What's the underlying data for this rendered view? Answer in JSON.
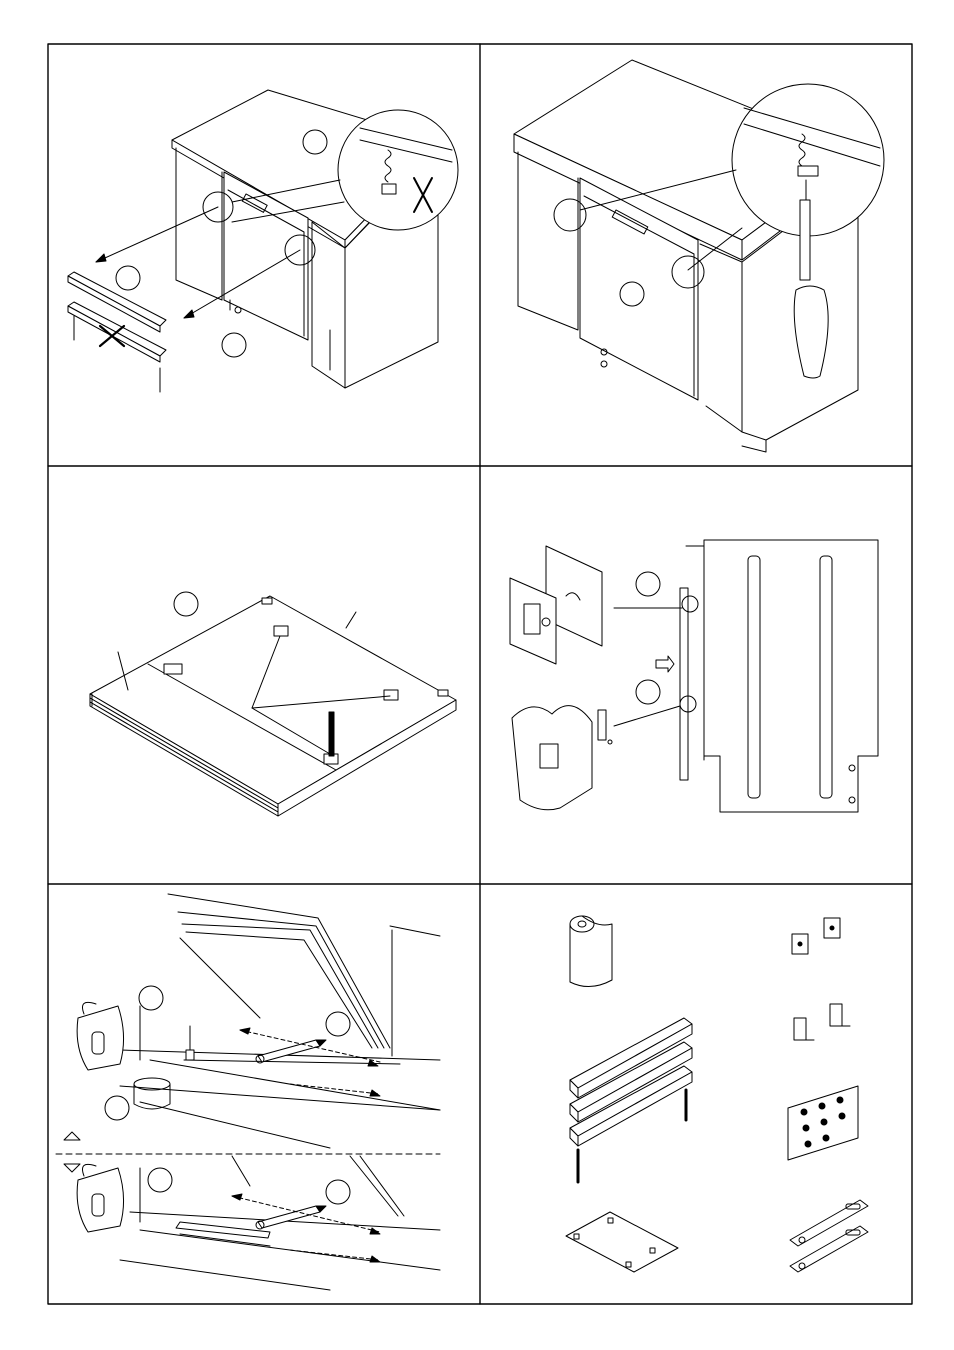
{
  "document": {
    "type": "installation-instructions-sheet",
    "panels": [
      {
        "id": "panel-remove-plinth",
        "callouts": [
          "",
          "",
          ""
        ]
      },
      {
        "id": "panel-adjust-feet",
        "callouts": [
          "",
          ""
        ]
      },
      {
        "id": "panel-fit-hinge-plates",
        "callouts": [
          ""
        ]
      },
      {
        "id": "panel-attach-door-brackets",
        "callouts": [
          "",
          ""
        ]
      },
      {
        "id": "panel-route-door",
        "callouts": [
          "",
          "",
          "",
          ""
        ]
      },
      {
        "id": "panel-parts-kit",
        "callouts": []
      }
    ],
    "parts": [
      {
        "name": "adhesive-tape-roll-icon"
      },
      {
        "name": "hinge-plate-pair-icon"
      },
      {
        "name": "angle-bracket-pair-icon"
      },
      {
        "name": "plinth-strips-icon"
      },
      {
        "name": "screw-set-icon"
      },
      {
        "name": "mounting-plate-icon"
      },
      {
        "name": "slotted-strip-pair-icon"
      }
    ]
  },
  "colors": {
    "ink": "#000000",
    "paper": "#ffffff"
  }
}
